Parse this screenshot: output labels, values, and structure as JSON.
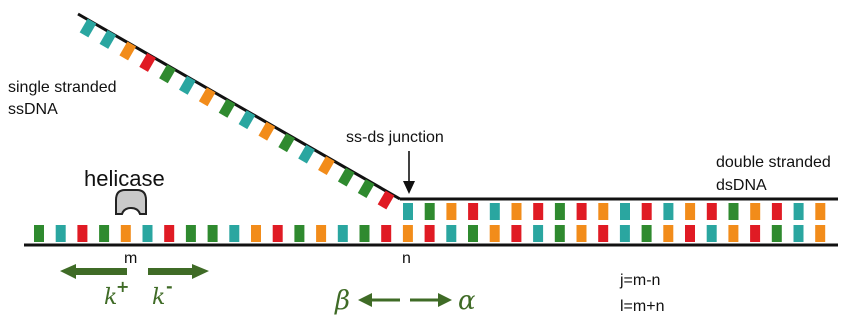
{
  "colors": {
    "backbone": "#111111",
    "base_palette": [
      "#2aa6a0",
      "#f28c1a",
      "#e01b24",
      "#2f8a2f"
    ],
    "kinetics_arrow": "#3f6b26",
    "helicase_fill": "#c9c9c9"
  },
  "labels": {
    "ssdna_line1": "single stranded",
    "ssdna_line2": "ssDNA",
    "dsdna_line1": "double stranded",
    "dsdna_line2": "dsDNA",
    "junction": "ss-ds junction",
    "helicase": "helicase",
    "pos_m": "m",
    "pos_n": "n",
    "eq_j": "j=m-n",
    "eq_l": "l=m+n",
    "beta": "β",
    "alpha": "α",
    "k_forward_base": "k",
    "k_forward_sup": "+",
    "k_backward_base": "k",
    "k_backward_sup": "-"
  },
  "icons": {
    "helicase": "helicase-motor-icon",
    "junction_marker": "arrow-down-icon",
    "left_arrow": "arrow-left-icon",
    "right_arrow": "arrow-right-icon"
  },
  "strands": {
    "ssdna_base_count": 16,
    "upper_ds_base_count": 20,
    "lower_base_count": 37
  }
}
